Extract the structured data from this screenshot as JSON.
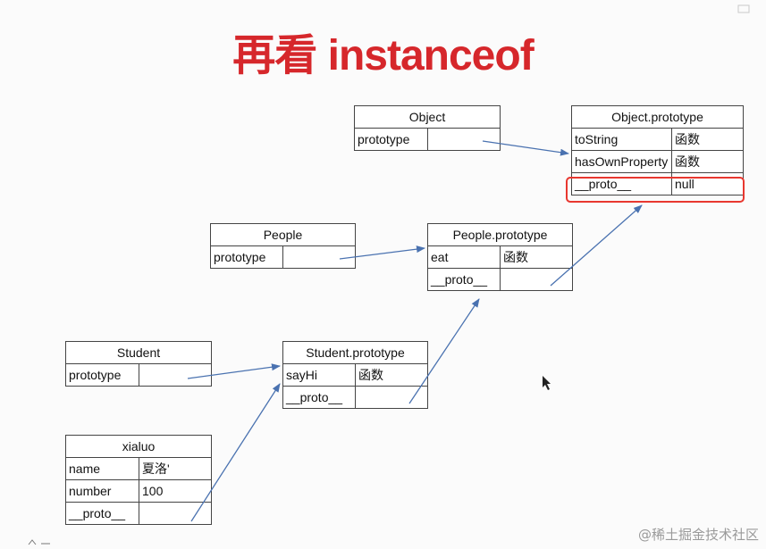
{
  "title": "再看 instanceof",
  "boxes": {
    "object": {
      "title": "Object",
      "rows": [
        [
          "prototype",
          ""
        ]
      ]
    },
    "object_prototype": {
      "title": "Object.prototype",
      "rows": [
        [
          "toString",
          "函数"
        ],
        [
          "hasOwnProperty",
          "函数"
        ],
        [
          "__proto__",
          "null"
        ]
      ]
    },
    "people": {
      "title": "People",
      "rows": [
        [
          "prototype",
          ""
        ]
      ]
    },
    "people_prototype": {
      "title": "People.prototype",
      "rows": [
        [
          "eat",
          "函数"
        ],
        [
          "__proto__",
          ""
        ]
      ]
    },
    "student": {
      "title": "Student",
      "rows": [
        [
          "prototype",
          ""
        ]
      ]
    },
    "student_prototype": {
      "title": "Student.prototype",
      "rows": [
        [
          "sayHi",
          "函数"
        ],
        [
          "__proto__",
          ""
        ]
      ]
    },
    "xialuo": {
      "title": "xialuo",
      "rows": [
        [
          "name",
          "夏洛'"
        ],
        [
          "number",
          "100"
        ],
        [
          "__proto__",
          ""
        ]
      ]
    }
  },
  "watermark": "@稀土掘金技术社区",
  "colors": {
    "title": "#d6272b",
    "arrow": "#4a72b0",
    "highlight": "#e8372f"
  }
}
